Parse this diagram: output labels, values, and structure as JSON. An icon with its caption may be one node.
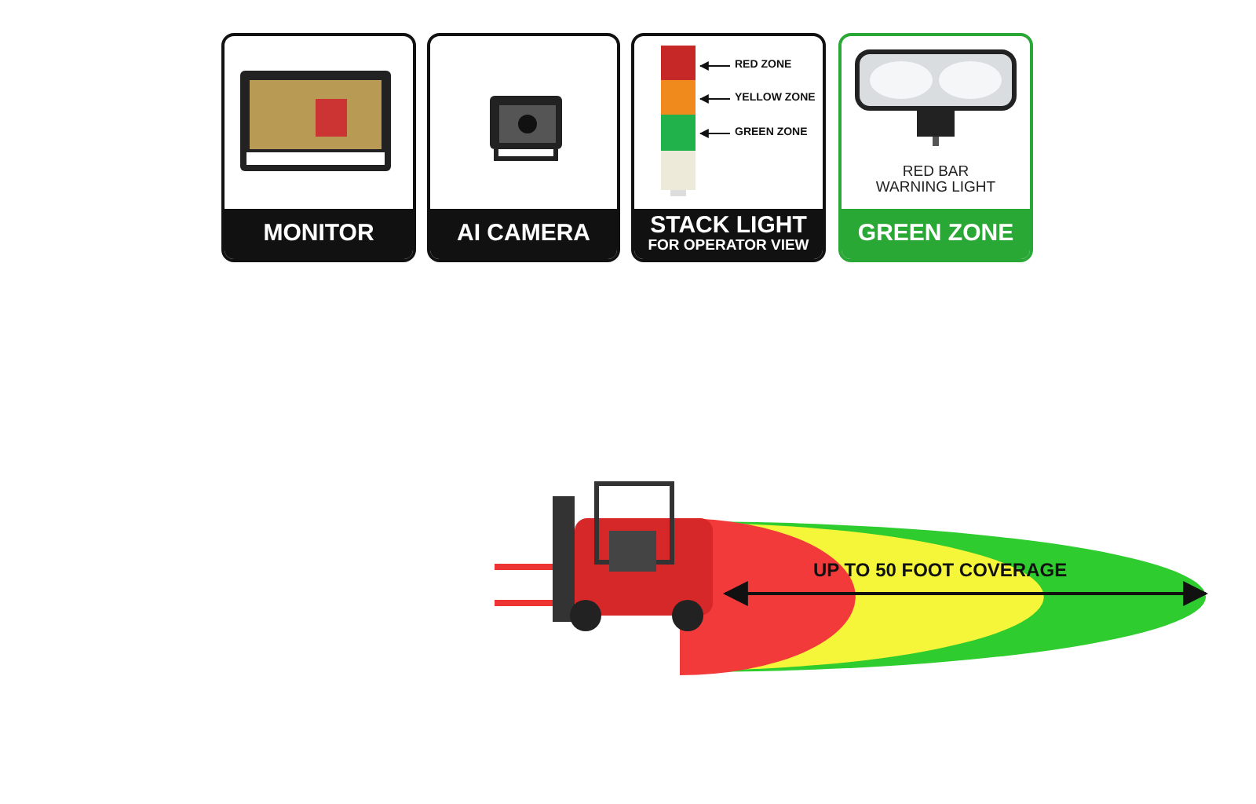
{
  "diagram": {
    "nodes": [
      {
        "text": [
          "MONITOR"
        ]
      },
      {
        "text": [
          "AI CAMERA"
        ]
      },
      {
        "text": [
          "STACK LIGHT",
          "FOR OPERATOR VIEW"
        ]
      },
      {
        "text": [
          "RED ZONE"
        ],
        "in": 2
      },
      {
        "text": [
          "YELLOW ZONE"
        ],
        "in": 2
      },
      {
        "text": [
          "GREEN ZONE"
        ],
        "in": 2
      },
      {
        "text": [],
        "shape": "bar",
        "in": 2
      },
      {
        "text": [],
        "shape": "bar",
        "in": 2
      },
      {
        "text": [],
        "shape": "bar",
        "in": 2
      },
      {
        "text": [
          "RED BAR WARNING LIGHT",
          "GREEN ZONE"
        ]
      }
    ],
    "edges": [
      {
        "from": 3,
        "to": 6,
        "arrow": "to"
      },
      {
        "from": 4,
        "to": 7,
        "arrow": "to"
      },
      {
        "from": 5,
        "to": 8,
        "arrow": "to"
      }
    ],
    "labels": [
      "UP TO 50 FOOT COVERAGE"
    ]
  }
}
